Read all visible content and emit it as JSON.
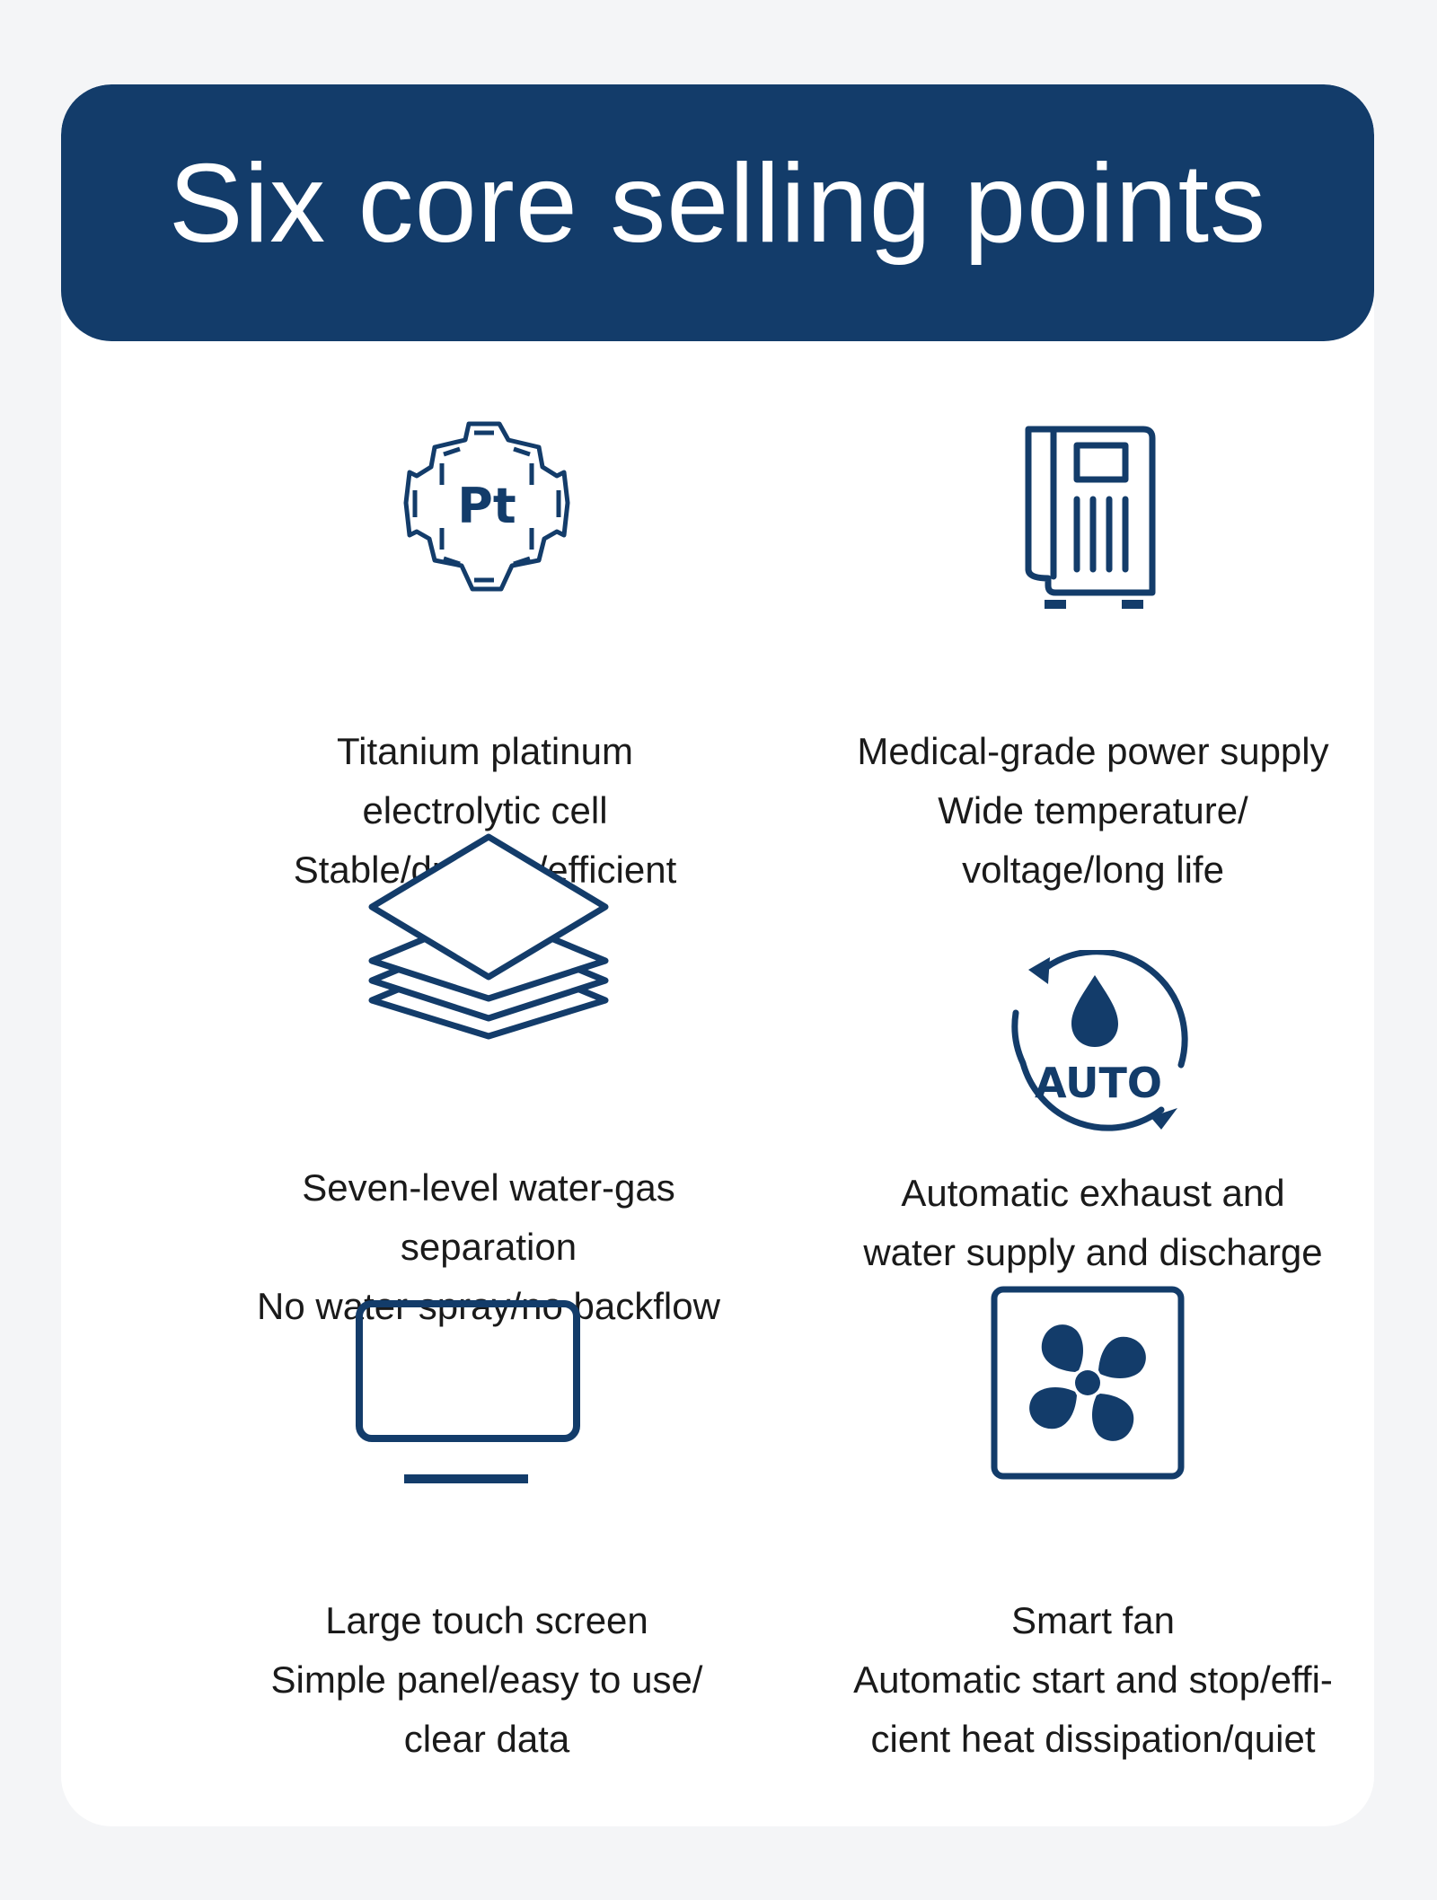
{
  "banner": {
    "title": "Six core selling points"
  },
  "colors": {
    "primary": "#133c6a",
    "text": "#1a1a1a",
    "card": "#ffffff",
    "background": "#f4f5f7"
  },
  "features": [
    {
      "icon": "platinum-molecule-icon",
      "icon_text": "Pt",
      "lines": [
        "Titanium platinum",
        "electrolytic cell",
        "Stable/durable/efficient"
      ]
    },
    {
      "icon": "power-supply-unit-icon",
      "lines": [
        "Medical-grade power supply",
        "Wide temperature/",
        "voltage/long life"
      ]
    },
    {
      "icon": "stacked-layers-icon",
      "lines": [
        "Seven-level water-gas",
        "separation",
        "No water spray/no backflow"
      ]
    },
    {
      "icon": "auto-water-cycle-icon",
      "icon_text": "AUTO",
      "lines": [
        "Automatic exhaust and",
        "water supply and discharge"
      ]
    },
    {
      "icon": "touch-screen-icon",
      "lines": [
        "Large touch screen",
        "Simple panel/easy to use/",
        "clear data"
      ]
    },
    {
      "icon": "fan-icon",
      "lines": [
        "Smart fan",
        "Automatic start and stop/effi-",
        "cient heat dissipation/quiet"
      ]
    }
  ]
}
